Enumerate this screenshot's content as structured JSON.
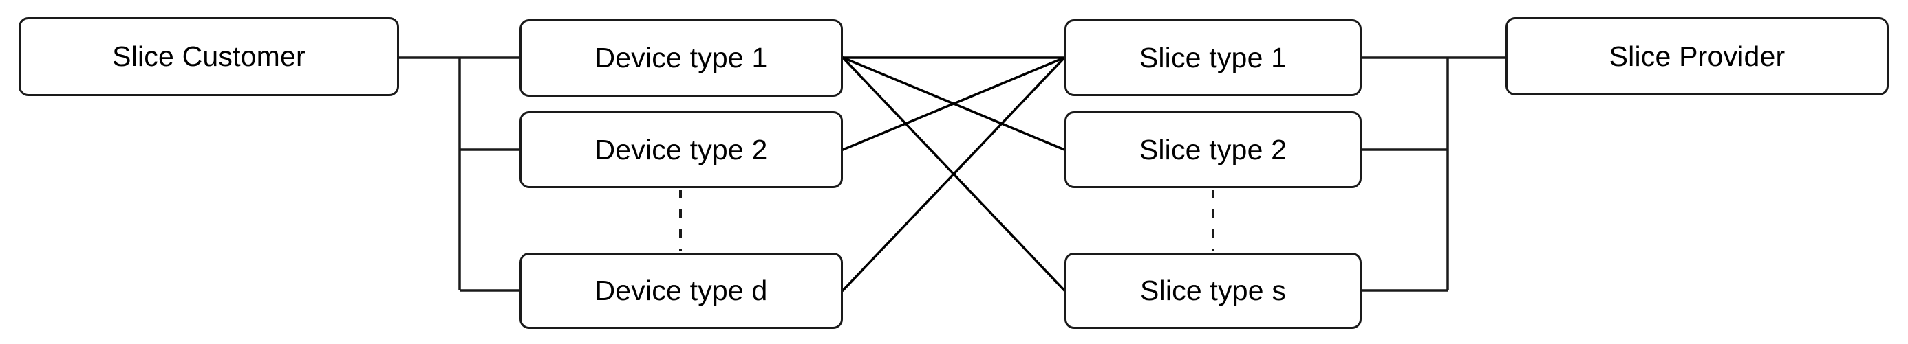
{
  "diagram": {
    "title": "Slice Customer to Slice Provider device/slice type mapping",
    "colors": {
      "stroke": "#1a1a1a",
      "edge": "#000000",
      "background": "#ffffff",
      "text": "#000000"
    },
    "nodes": {
      "slice_customer": {
        "label": "Slice Customer"
      },
      "slice_provider": {
        "label": "Slice Provider"
      },
      "device_types": [
        {
          "label": "Device type 1"
        },
        {
          "label": "Device type 2"
        },
        {
          "label": "Device type d"
        }
      ],
      "slice_types": [
        {
          "label": "Slice type 1"
        },
        {
          "label": "Slice type 2"
        },
        {
          "label": "Slice type s"
        }
      ]
    },
    "edges": {
      "customer_bus": "Slice Customer connects via a vertical bus to all device types",
      "provider_bus": "Slice Provider connects via a vertical bus to all slice types",
      "mappings": [
        {
          "from": "Device type 1",
          "to": "Slice type 1"
        },
        {
          "from": "Device type 1",
          "to": "Slice type 2"
        },
        {
          "from": "Device type 1",
          "to": "Slice type s"
        },
        {
          "from": "Device type 2",
          "to": "Slice type 1"
        },
        {
          "from": "Device type d",
          "to": "Slice type 1"
        }
      ],
      "ellipsis": [
        {
          "between": "Device type 2",
          "and": "Device type d",
          "style": "dashed"
        },
        {
          "between": "Slice type 2",
          "and": "Slice type s",
          "style": "dashed"
        }
      ]
    }
  }
}
